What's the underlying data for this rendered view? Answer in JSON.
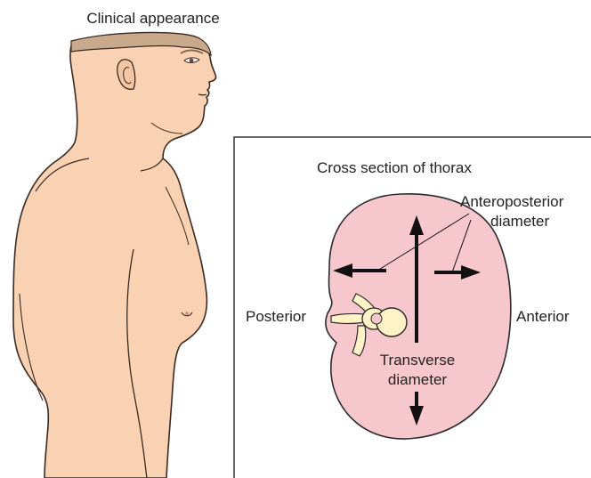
{
  "figure": {
    "clinical_title": "Clinical appearance",
    "cross_section_title": "Cross section of thorax",
    "labels": {
      "anteroposterior_line1": "Anteroposterior",
      "anteroposterior_line2": "diameter",
      "posterior": "Posterior",
      "anterior": "Anterior",
      "transverse_line1": "Transverse",
      "transverse_line2": "diameter"
    }
  },
  "colors": {
    "skin": "#f8d2b2",
    "skin_outline": "#3a2a22",
    "hair": "#c9a98c",
    "thorax_fill": "#f6c8ce",
    "bone": "#fff2c6",
    "arrow": "#111111",
    "frame": "#333333"
  }
}
